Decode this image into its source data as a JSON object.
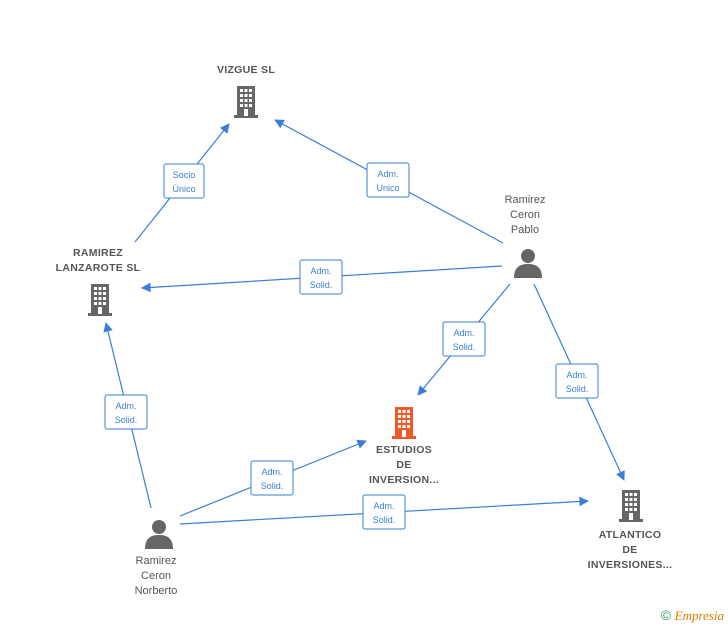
{
  "nodes": {
    "vizgue": {
      "lines": [
        "VIZGUE SL"
      ],
      "icon": "building-icon",
      "color": "#666666"
    },
    "ramirez_lanzarote": {
      "lines": [
        "RAMIREZ",
        "LANZAROTE SL"
      ],
      "icon": "building-icon",
      "color": "#666666"
    },
    "estudios": {
      "lines": [
        "ESTUDIOS",
        "DE",
        "INVERSION..."
      ],
      "icon": "building-icon",
      "color": "#f05a28"
    },
    "atlantico": {
      "lines": [
        "ATLANTICO",
        "DE",
        "INVERSIONES..."
      ],
      "icon": "building-icon",
      "color": "#666666"
    },
    "pablo": {
      "lines": [
        "Ramirez",
        "Ceron",
        "Pablo"
      ],
      "icon": "person-icon",
      "color": "#666666"
    },
    "norberto": {
      "lines": [
        "Ramirez",
        "Ceron",
        "Norberto"
      ],
      "icon": "person-icon",
      "color": "#666666"
    }
  },
  "edges": [
    {
      "id": "socio-unico",
      "lines": [
        "Socio",
        "Único"
      ]
    },
    {
      "id": "adm-unico",
      "lines": [
        "Adm.",
        "Unico"
      ]
    },
    {
      "id": "pablo-lanzarote",
      "lines": [
        "Adm.",
        "Solid."
      ]
    },
    {
      "id": "pablo-estudios",
      "lines": [
        "Adm.",
        "Solid."
      ]
    },
    {
      "id": "pablo-atlantico",
      "lines": [
        "Adm.",
        "Solid."
      ]
    },
    {
      "id": "norberto-lanzarote",
      "lines": [
        "Adm.",
        "Solid."
      ]
    },
    {
      "id": "norberto-estudios",
      "lines": [
        "Adm.",
        "Solid."
      ]
    },
    {
      "id": "norberto-atlantico",
      "lines": [
        "Adm.",
        "Solid."
      ]
    }
  ],
  "footer": {
    "symbol": "©",
    "brand": "Empresia"
  },
  "colors": {
    "edge": "#3a7fd5",
    "highlight": "#f05a28",
    "icon": "#666666"
  }
}
